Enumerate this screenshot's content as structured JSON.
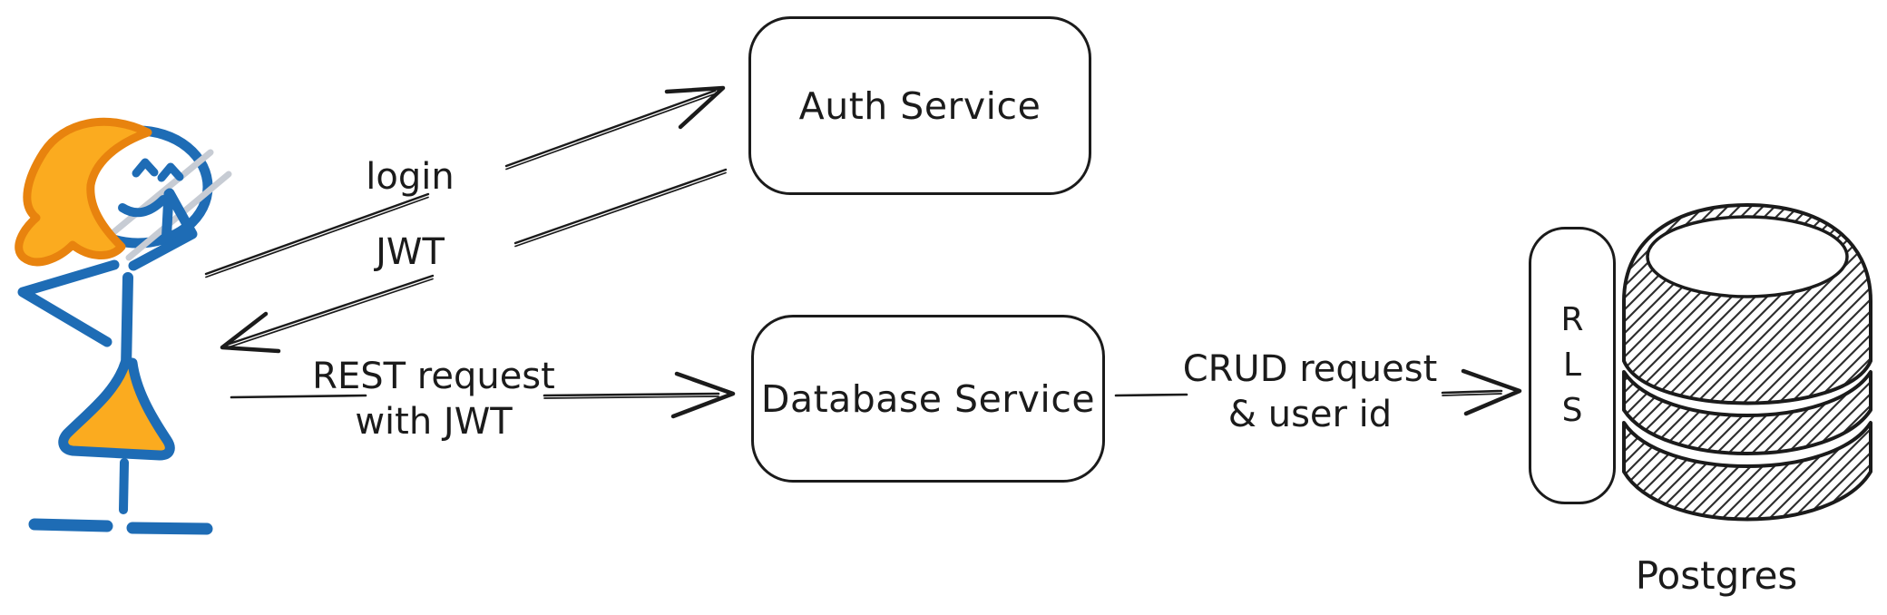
{
  "colors": {
    "ink": "#1b1b1b",
    "figure_blue": "#1e6cb5",
    "hair_stroke": "#e8830e",
    "hair_fill": "#fbab1f",
    "pencil_gray": "#c7ccd4",
    "background": "#ffffff"
  },
  "icons": {
    "user": "stick-figure-user-icon",
    "database": "database-cylinder-icon"
  },
  "nodes": {
    "auth": {
      "label": "Auth Service"
    },
    "db_service": {
      "label": "Database Service"
    },
    "rls": {
      "letters": [
        "R",
        "L",
        "S"
      ]
    },
    "postgres": {
      "label": "Postgres"
    }
  },
  "arrows": {
    "login": {
      "label": "login",
      "from": "user",
      "to": "auth_service"
    },
    "jwt": {
      "label": "JWT",
      "from": "auth_service",
      "to": "user"
    },
    "rest": {
      "lines": [
        "REST request",
        "with JWT"
      ],
      "from": "user",
      "to": "database_service"
    },
    "crud": {
      "lines": [
        "CRUD request",
        "& user id"
      ],
      "from": "database_service",
      "to": "rls"
    }
  }
}
